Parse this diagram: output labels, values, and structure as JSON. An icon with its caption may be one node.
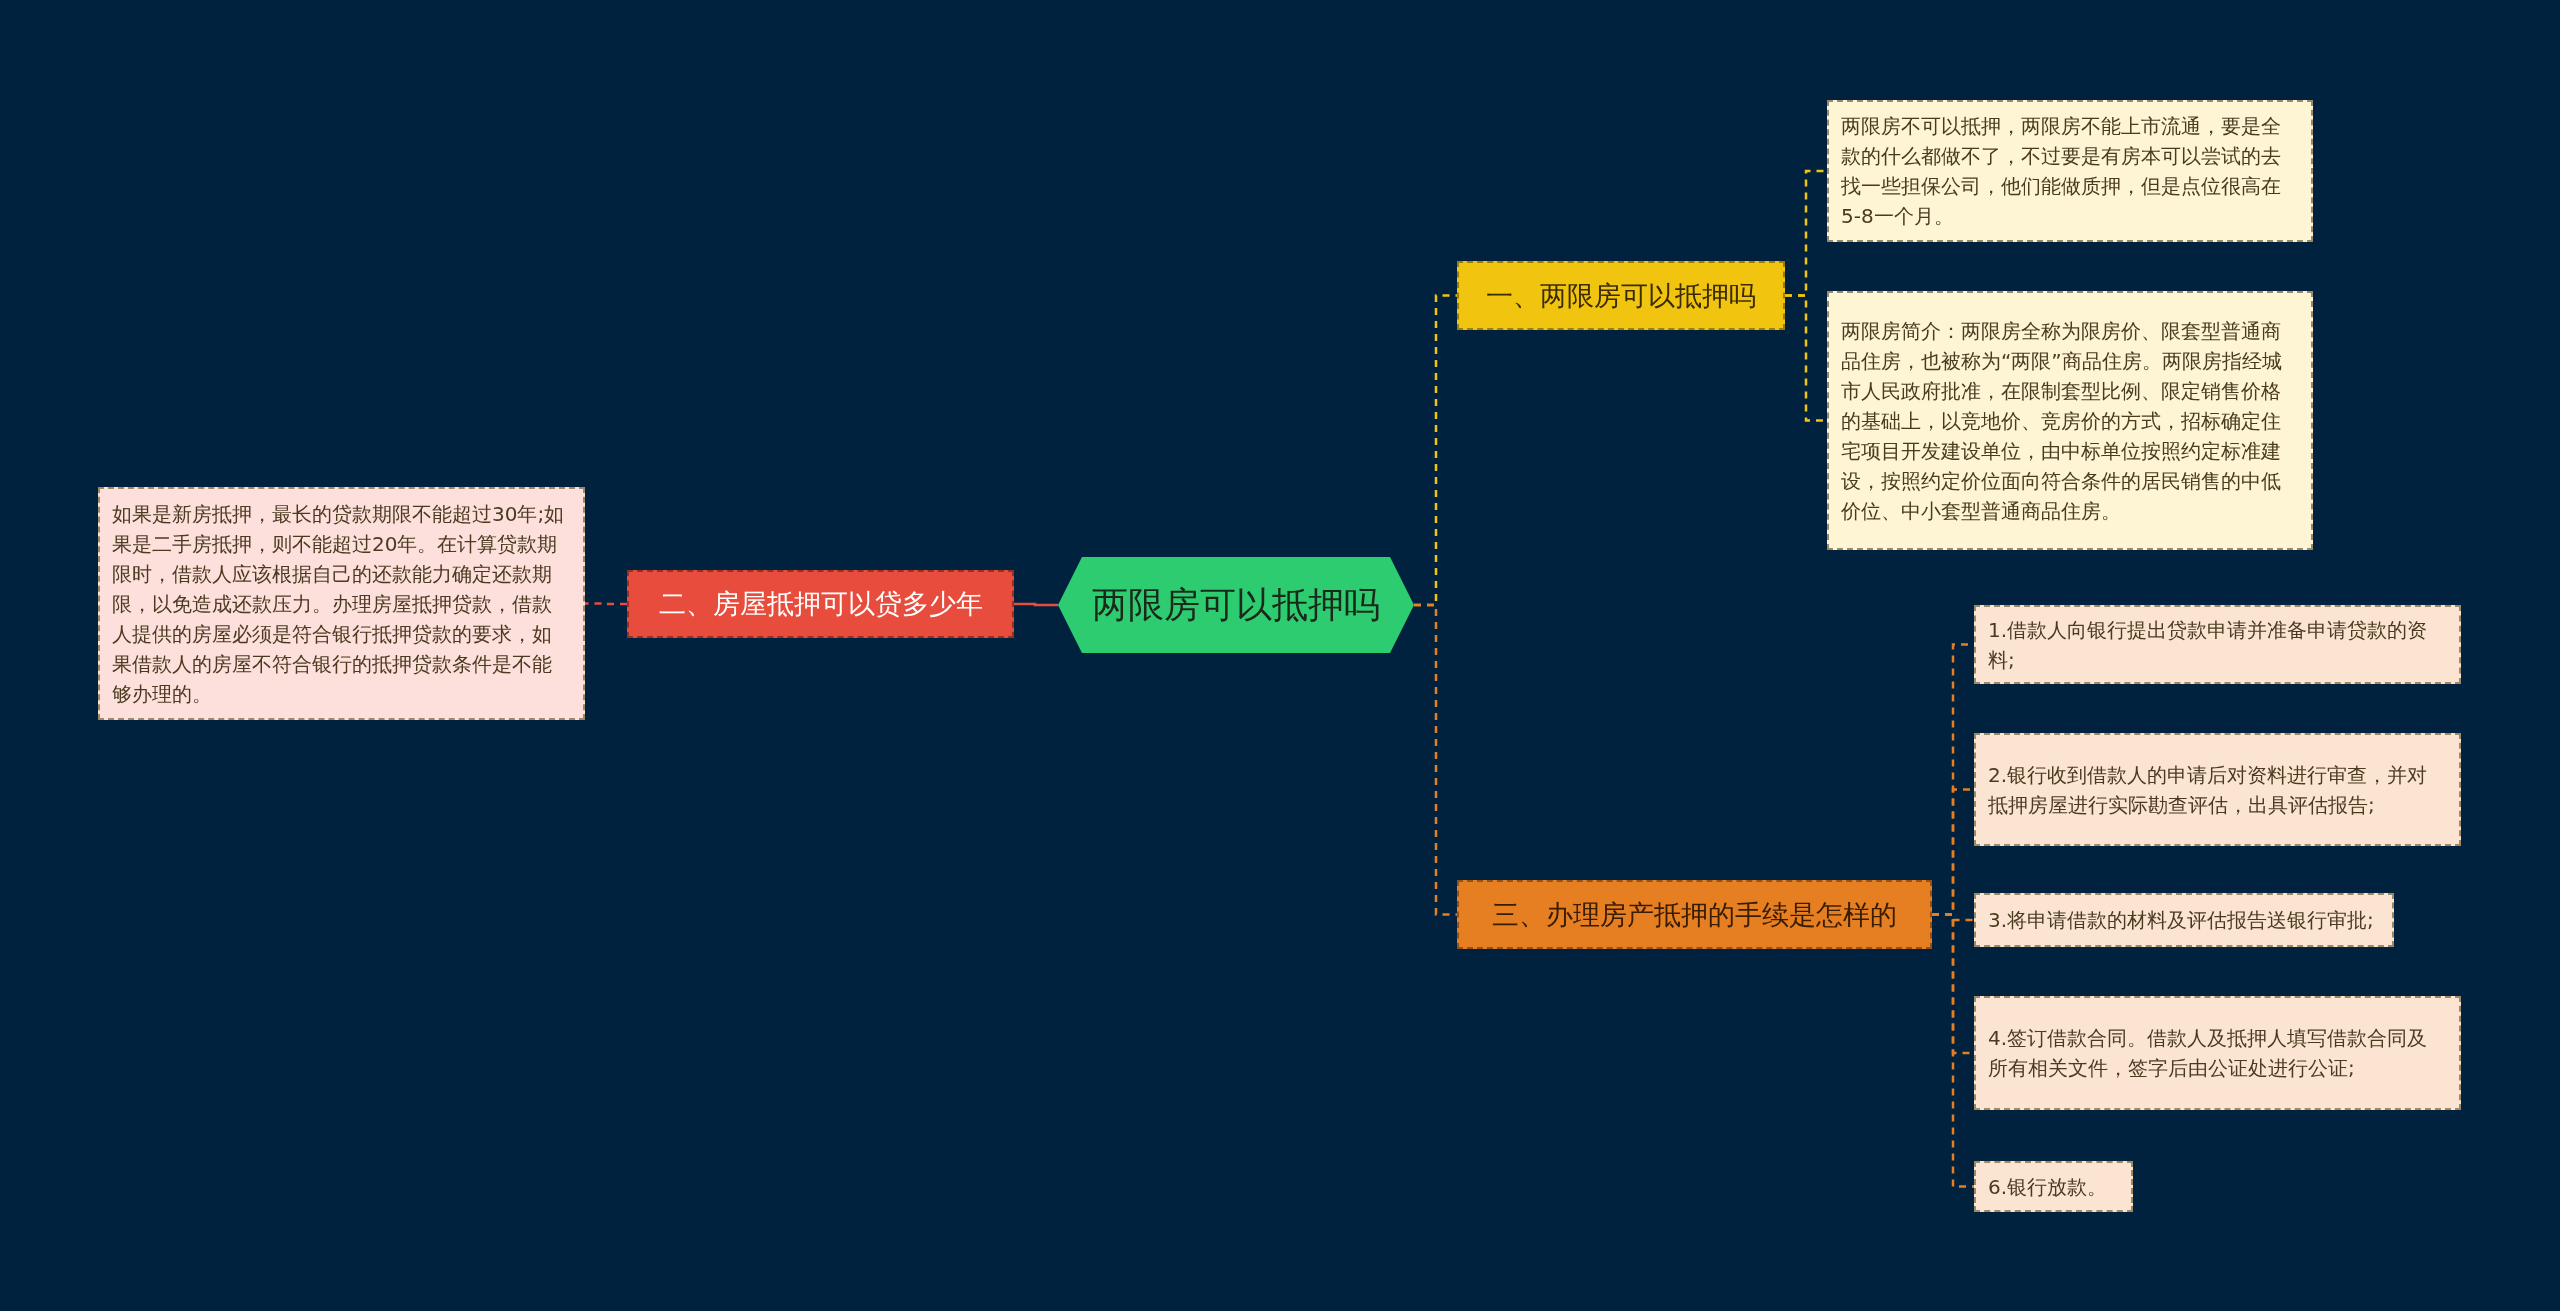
{
  "diagram": {
    "nodes": [
      {
        "text": [
          "两限房可以抵押吗"
        ]
      },
      {
        "text": [
          "一、两限房可以抵押吗"
        ]
      },
      {
        "text": [
          "两限房不可以抵押，两限房不能上市流通，要是全款的什么都做不了，不过要是有房本可以尝试的去找一些担保公司，他们能做质押，但是点位很高在5-8一个月。"
        ]
      },
      {
        "text": [
          "两限房简介：两限房全称为限房价、限套型普通商品住房，也被称为“两限”商品住房。两限房指经城市人民政府批准，在限制套型比例、限定销售价格的基础上，以竞地价、竞房价的方式，招标确定住宅项目开发建设单位，由中标单位按照约定标准建设，按照约定价位面向符合条件的居民销售的中低价位、中小套型普通商品住房。"
        ]
      },
      {
        "text": [
          "二、房屋抵押可以贷多少年"
        ]
      },
      {
        "text": [
          "如果是新房抵押，最长的贷款期限不能超过30年;如果是二手房抵押，则不能超过20年。在计算贷款期限时，借款人应该根据自己的还款能力确定还款期限，以免造成还款压力。办理房屋抵押贷款，借款人提供的房屋必须是符合银行抵押贷款的要求，如果借款人的房屋不符合银行的抵押贷款条件是不能够办理的。"
        ]
      },
      {
        "text": [
          "三、办理房产抵押的手续是怎样的"
        ]
      },
      {
        "text": [
          "1.借款人向银行提出贷款申请并准备申请贷款的资料;"
        ]
      },
      {
        "text": [
          "2.银行收到借款人的申请后对资料进行审查，并对抵押房屋进行实际勘查评估，出具评估报告;"
        ]
      },
      {
        "text": [
          "3.将申请借款的材料及评估报告送银行审批;"
        ]
      },
      {
        "text": [
          "4.签订借款合同。借款人及抵押人填写借款合同及所有相关文件，签字后由公证处进行公证;"
        ]
      },
      {
        "text": [
          "6.银行放款。"
        ]
      }
    ],
    "edges": [
      {
        "from": 0,
        "to": 1,
        "arrow": "none",
        "style": "dashed",
        "color": "#f1c40f"
      },
      {
        "from": 1,
        "to": 2,
        "arrow": "none",
        "style": "dashed",
        "color": "#f1c40f"
      },
      {
        "from": 1,
        "to": 3,
        "arrow": "none",
        "style": "dashed",
        "color": "#f1c40f"
      },
      {
        "from": 0,
        "to": 4,
        "arrow": "none",
        "color": "#e74c3c"
      },
      {
        "from": 4,
        "to": 5,
        "arrow": "none",
        "style": "dashed",
        "color": "#e74c3c"
      },
      {
        "from": 0,
        "to": 6,
        "arrow": "none",
        "style": "dashed"
      },
      {
        "from": 6,
        "to": 7,
        "arrow": "none",
        "style": "dashed"
      },
      {
        "from": 6,
        "to": 8,
        "arrow": "none",
        "style": "dashed"
      },
      {
        "from": 6,
        "to": 9,
        "arrow": "none",
        "style": "dashed"
      },
      {
        "from": 6,
        "to": 10,
        "arrow": "none",
        "style": "dashed"
      },
      {
        "from": 6,
        "to": 11,
        "arrow": "none",
        "style": "dashed"
      }
    ]
  }
}
